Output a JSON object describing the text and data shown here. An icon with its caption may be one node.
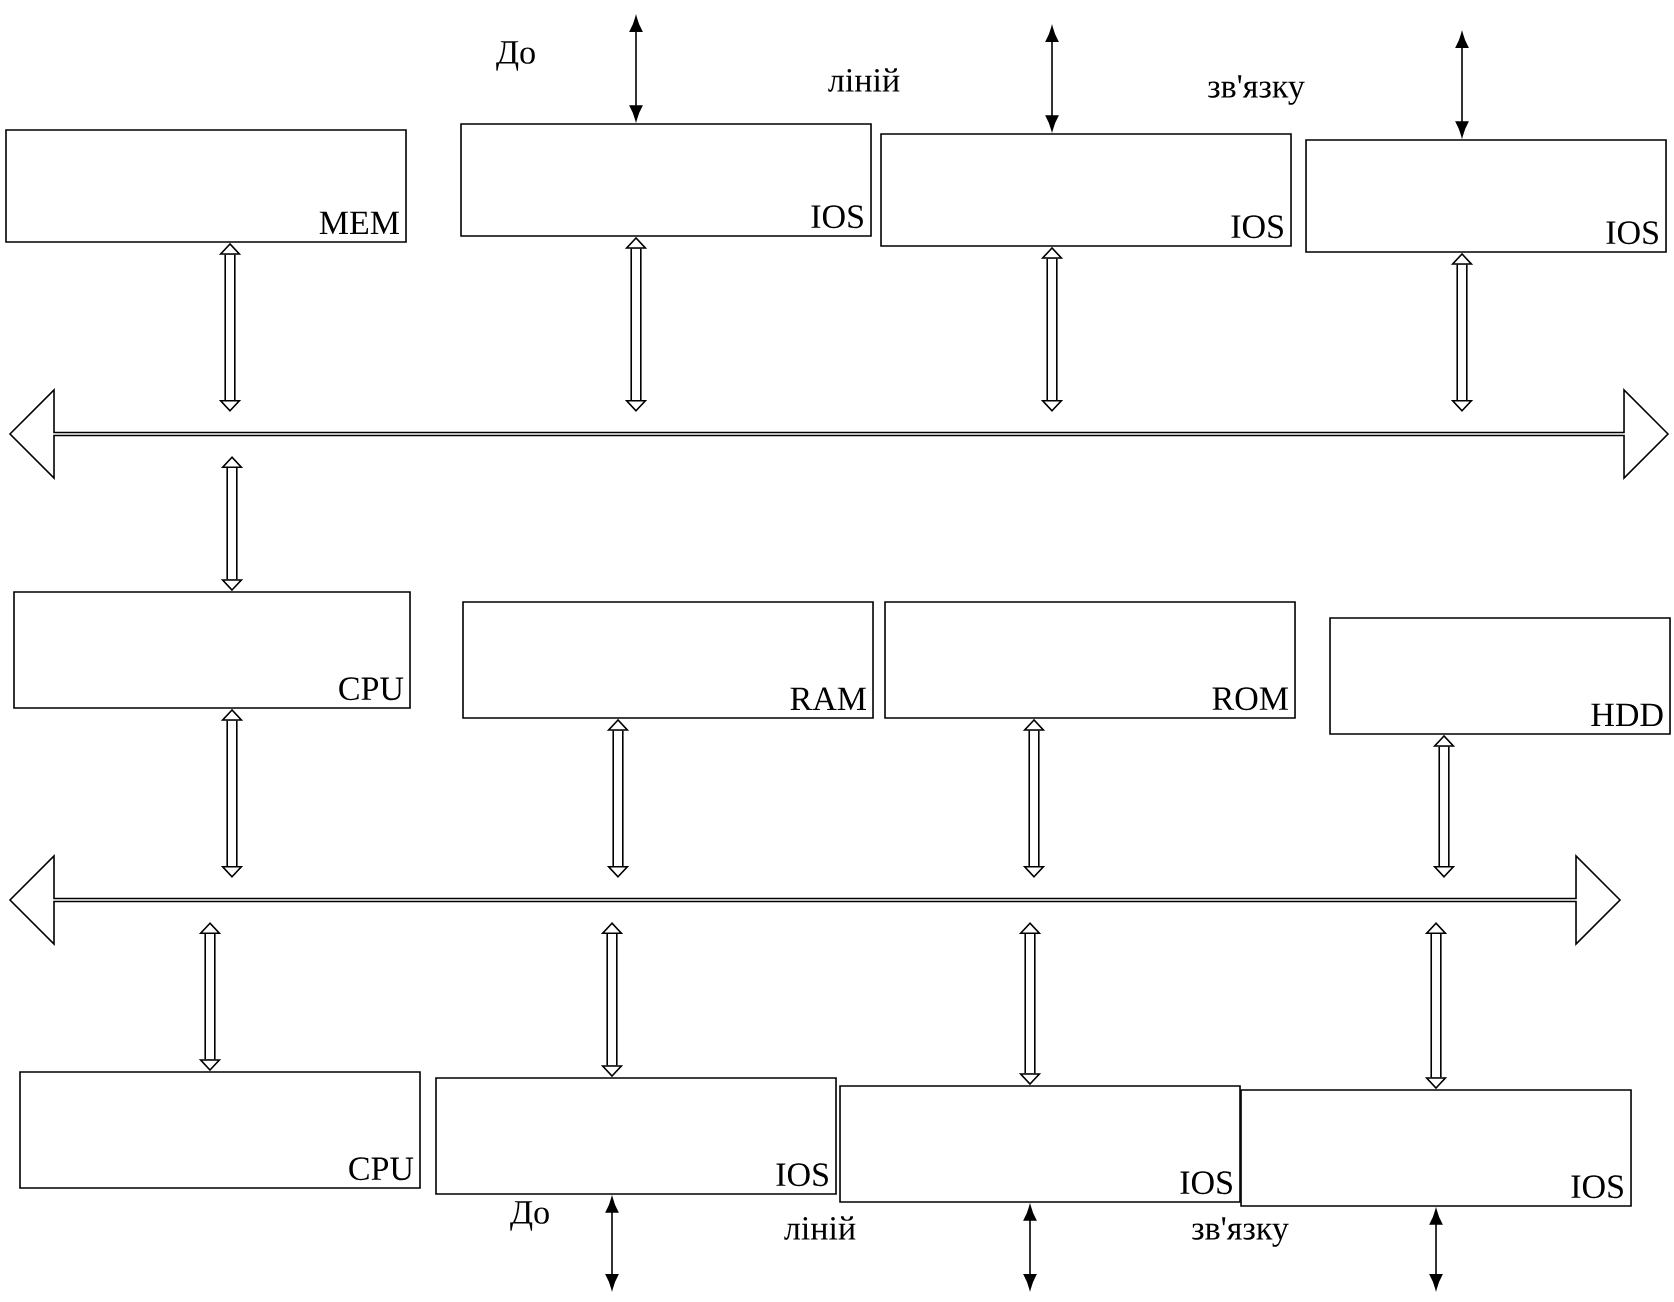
{
  "diagram": {
    "nodes": [
      {
        "text": [
          "MEM"
        ]
      },
      {
        "text": [
          "IOS"
        ]
      },
      {
        "text": [
          "IOS"
        ]
      },
      {
        "text": [
          "IOS"
        ]
      },
      {
        "text": [],
        "shape": "arrow"
      },
      {
        "text": [
          "CPU"
        ]
      },
      {
        "text": [
          "RAM"
        ]
      },
      {
        "text": [
          "ROM"
        ]
      },
      {
        "text": [
          "HDD"
        ]
      },
      {
        "text": [],
        "shape": "arrow"
      },
      {
        "text": [
          "CPU"
        ]
      },
      {
        "text": [
          "IOS"
        ]
      },
      {
        "text": [
          "IOS"
        ]
      },
      {
        "text": [
          "IOS"
        ]
      }
    ],
    "edges": [
      {
        "from": 1,
        "to": null,
        "arrow": "both"
      },
      {
        "from": 2,
        "to": null,
        "arrow": "both"
      },
      {
        "from": 3,
        "to": null,
        "arrow": "both"
      },
      {
        "from": 0,
        "to": 4,
        "arrow": "both"
      },
      {
        "from": 1,
        "to": 4,
        "arrow": "both"
      },
      {
        "from": 2,
        "to": 4,
        "arrow": "both"
      },
      {
        "from": 3,
        "to": 4,
        "arrow": "both"
      },
      {
        "from": 4,
        "to": 5,
        "arrow": "both"
      },
      {
        "from": 5,
        "to": 9,
        "arrow": "both"
      },
      {
        "from": 6,
        "to": 9,
        "arrow": "both"
      },
      {
        "from": 7,
        "to": 9,
        "arrow": "both"
      },
      {
        "from": 8,
        "to": 9,
        "arrow": "both"
      },
      {
        "from": 9,
        "to": 10,
        "arrow": "both"
      },
      {
        "from": 9,
        "to": 11,
        "arrow": "both"
      },
      {
        "from": 9,
        "to": 12,
        "arrow": "both"
      },
      {
        "from": 9,
        "to": 13,
        "arrow": "both"
      },
      {
        "from": 11,
        "to": null,
        "arrow": "both"
      },
      {
        "from": 12,
        "to": null,
        "arrow": "both"
      },
      {
        "from": 13,
        "to": null,
        "arrow": "both"
      }
    ],
    "labels": [
      "До",
      "ліній",
      "зв'язку",
      "До",
      "ліній",
      "зв'язку"
    ]
  }
}
